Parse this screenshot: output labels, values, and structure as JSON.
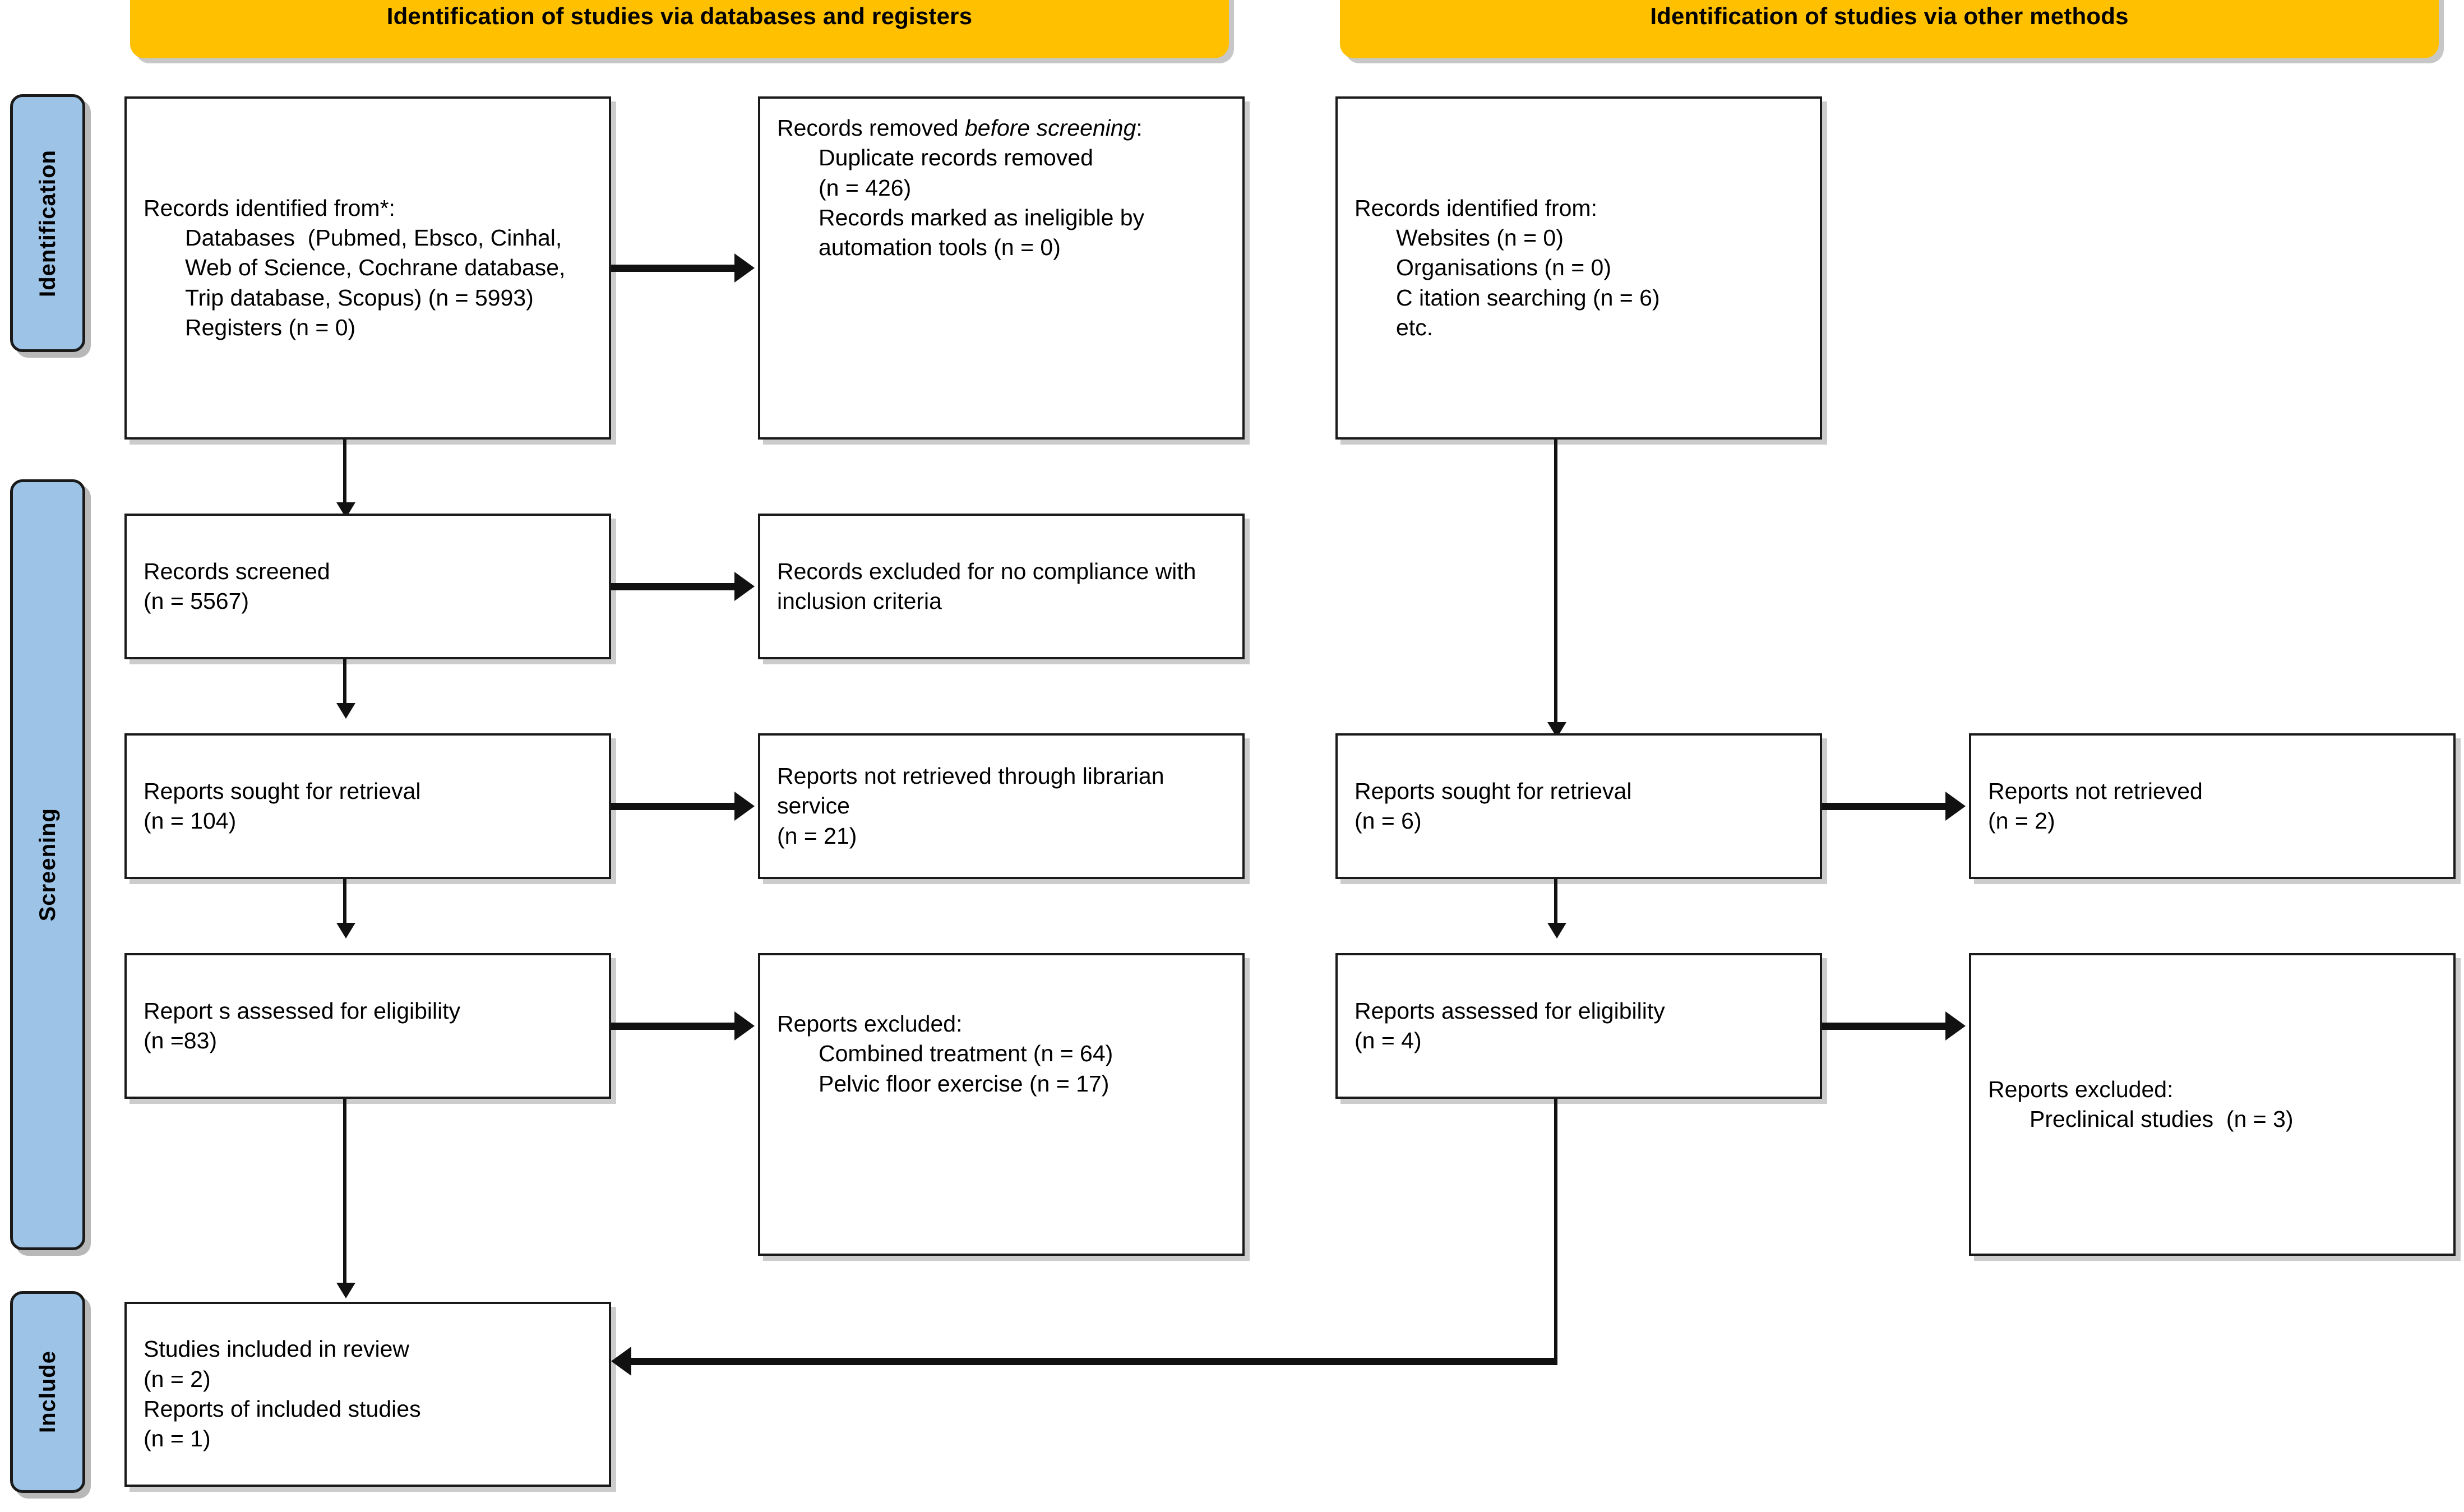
{
  "diagram": {
    "title": "PRISMA 2020 flow diagram",
    "colors": {
      "banner": "#FFC000",
      "rail": "#9DC3E6",
      "box_border": "#1a1a1a",
      "connector": "#111111",
      "background": "#FFFFFF"
    }
  },
  "banners": [
    {
      "id": "databases",
      "label": "Identification of studies via databases and registers"
    },
    {
      "id": "other",
      "label": "Identification of studies via other methods"
    }
  ],
  "rails": [
    {
      "id": "identification",
      "label": "Identification"
    },
    {
      "id": "screening",
      "label": "Screening"
    },
    {
      "id": "include",
      "label": "Include"
    }
  ],
  "boxes": {
    "records_identified": {
      "heading": "Records identified from*:",
      "items": [
        "Databases  (Pubmed, Ebsco, Cinhal, Web of Science, Cochrane database, Trip database, Scopus) (n = 5993)",
        "Registers (n = 0)"
      ]
    },
    "records_removed": {
      "heading_plain": "Records removed ",
      "heading_italic": "before screening",
      "heading_tail": ":",
      "items": [
        "Duplicate records removed",
        "(n = 426)",
        "Records marked as ineligible by automation tools (n = 0)"
      ]
    },
    "records_screened": {
      "line1": "Records screened",
      "line2": "(n = 5567)"
    },
    "records_excluded": {
      "line1": "Records excluded for no compliance with inclusion criteria"
    },
    "reports_sought_left": {
      "line1": "Reports sought for retrieval",
      "line2": "(n = 104)"
    },
    "reports_not_retrieved_left": {
      "line1": "Reports not retrieved through librarian service",
      "line2": "(n = 21)"
    },
    "reports_assessed_left": {
      "line1": "Report s assessed for eligibility",
      "line2": "(n =83)"
    },
    "reports_excluded_left": {
      "heading": "Reports excluded:",
      "items": [
        "Combined treatment (n = 64)",
        "Pelvic floor exercise (n = 17)"
      ]
    },
    "records_identified_other": {
      "heading": "Records identified from:",
      "items": [
        "Websites (n = 0)",
        "Organisations (n = 0)",
        "C itation searching (n = 6)",
        "etc."
      ]
    },
    "reports_sought_right": {
      "line1": "Reports sought for retrieval",
      "line2": "(n = 6)"
    },
    "reports_not_retrieved_right": {
      "line1": "Reports not retrieved",
      "line2": "(n = 2)"
    },
    "reports_assessed_right": {
      "line1": "Reports assessed for eligibility",
      "line2": "(n = 4)"
    },
    "reports_excluded_right": {
      "heading": "Reports excluded:",
      "items": [
        "Preclinical studies  (n = 3)"
      ]
    },
    "studies_included": {
      "line1": "Studies included in review",
      "line2": "(n = 2)",
      "line3": "Reports of included studies",
      "line4": "(n = 1)"
    }
  }
}
